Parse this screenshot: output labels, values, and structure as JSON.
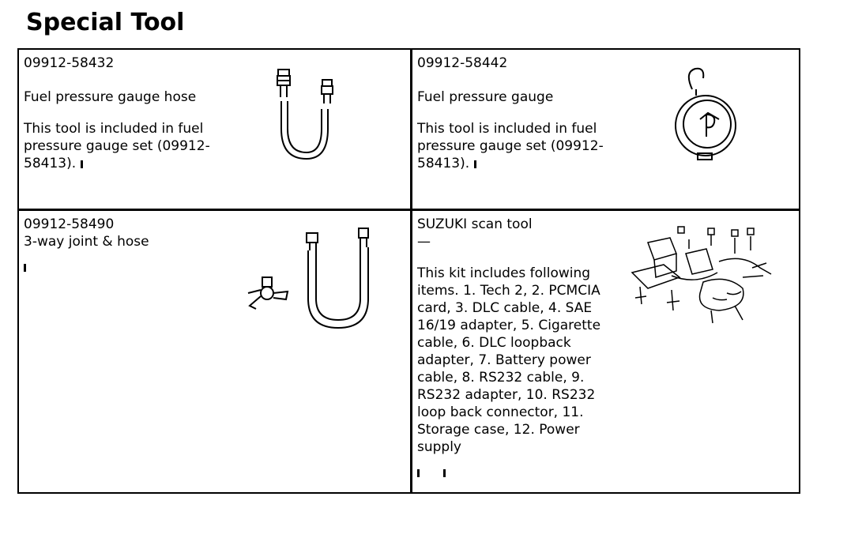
{
  "page_title": "Special Tool",
  "tools": [
    {
      "part_number": "09912-58432",
      "name": "Fuel pressure gauge hose",
      "note": "This tool is included in fuel pressure gauge set (09912-58413).",
      "illustration": "hose-icon"
    },
    {
      "part_number": "09912-58442",
      "name": "Fuel pressure gauge",
      "note": "This tool is included in fuel pressure gauge set (09912-58413).",
      "illustration": "pressure-gauge-icon"
    },
    {
      "part_number": "09912-58490",
      "name": "3-way joint & hose",
      "illustration": "three-way-joint-icon"
    },
    {
      "name": "SUZUKI scan tool",
      "dash": "—",
      "note": "This kit includes following items. 1. Tech 2, 2. PCMCIA card, 3. DLC cable, 4. SAE 16/19 adapter, 5. Cigarette cable, 6. DLC loopback adapter, 7. Battery power cable, 8. RS232 cable, 9. RS232 adapter, 10. RS232 loop back connector, 11. Storage case, 12. Power supply",
      "illustration": "scan-tool-kit-icon"
    }
  ]
}
